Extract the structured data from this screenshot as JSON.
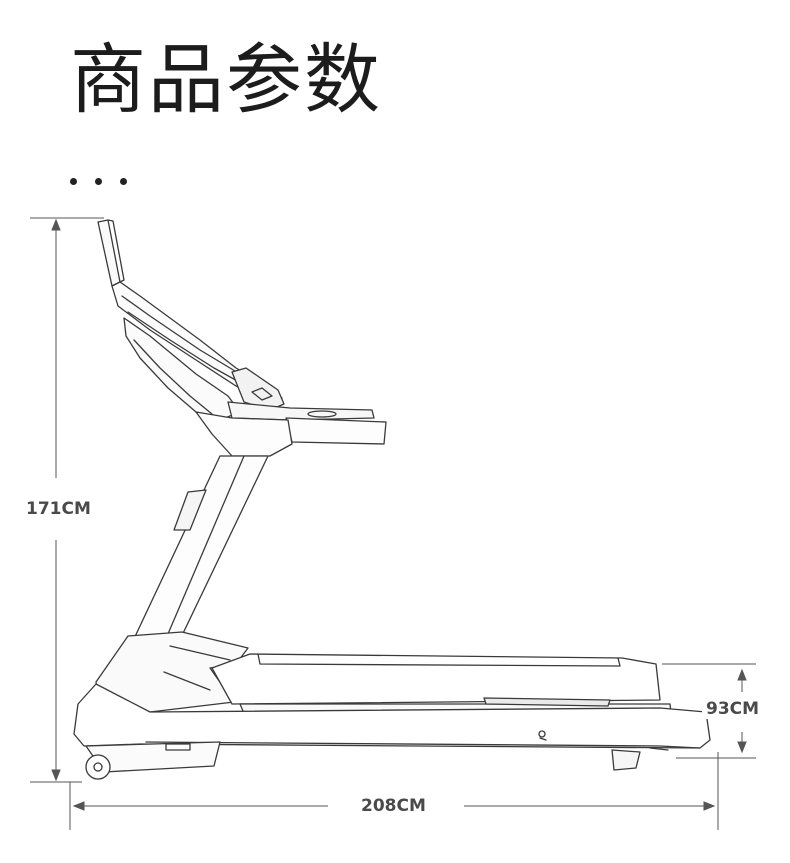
{
  "title": "商品参数",
  "more_icon": "ellipsis-icon",
  "dimensions": {
    "height": "171CM",
    "deck_height": "93CM",
    "length": "208CM"
  },
  "colors": {
    "line": "#3a3a3a",
    "dimension_line": "#555555",
    "label": "#4a4a4a",
    "background": "#ffffff"
  }
}
